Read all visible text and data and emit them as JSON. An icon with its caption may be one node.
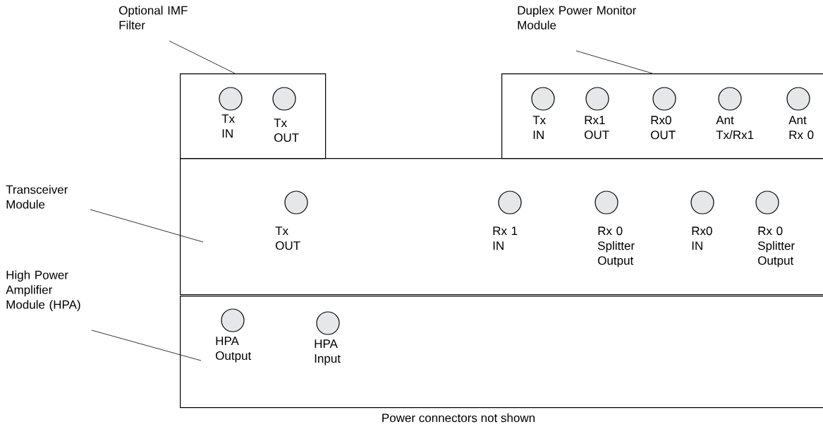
{
  "diagram": {
    "caption": "Power connectors not shown",
    "nodes": [
      {
        "text": [
          "Optional IMF Filter"
        ]
      },
      {
        "text": [],
        "shape": "box"
      },
      {
        "text": [
          "Tx IN"
        ],
        "in": 1
      },
      {
        "text": [
          "Tx OUT"
        ],
        "in": 1
      },
      {
        "text": [
          "Duplex Power Monitor Module"
        ]
      },
      {
        "text": [],
        "shape": "box"
      },
      {
        "text": [
          "Tx IN"
        ],
        "in": 5
      },
      {
        "text": [
          "Rx1 OUT"
        ],
        "in": 5
      },
      {
        "text": [
          "Rx0 OUT"
        ],
        "in": 5
      },
      {
        "text": [
          "Ant Tx/Rx1"
        ],
        "in": 5
      },
      {
        "text": [
          "Ant Rx 0"
        ],
        "in": 5
      },
      {
        "text": [
          "Transceiver Module"
        ]
      },
      {
        "text": [],
        "shape": "box"
      },
      {
        "text": [
          "Tx OUT"
        ],
        "in": 12
      },
      {
        "text": [
          "Rx 1 IN"
        ],
        "in": 12
      },
      {
        "text": [
          "Rx 0 Splitter Output"
        ],
        "in": 12
      },
      {
        "text": [
          "Rx0 IN"
        ],
        "in": 12
      },
      {
        "text": [
          "Rx 0 Splitter Output"
        ],
        "in": 12
      },
      {
        "text": [
          "High Power Amplifier Module (HPA)"
        ]
      },
      {
        "text": [],
        "shape": "box"
      },
      {
        "text": [
          "HPA Output"
        ],
        "in": 19
      },
      {
        "text": [
          "HPA Input"
        ],
        "in": 19
      }
    ],
    "edges": [
      {
        "from": 0,
        "to": 1,
        "arrow": "none"
      },
      {
        "from": 4,
        "to": 5,
        "arrow": "none"
      },
      {
        "from": 11,
        "to": 12,
        "arrow": "none"
      },
      {
        "from": 18,
        "to": 19,
        "arrow": "none"
      }
    ]
  }
}
